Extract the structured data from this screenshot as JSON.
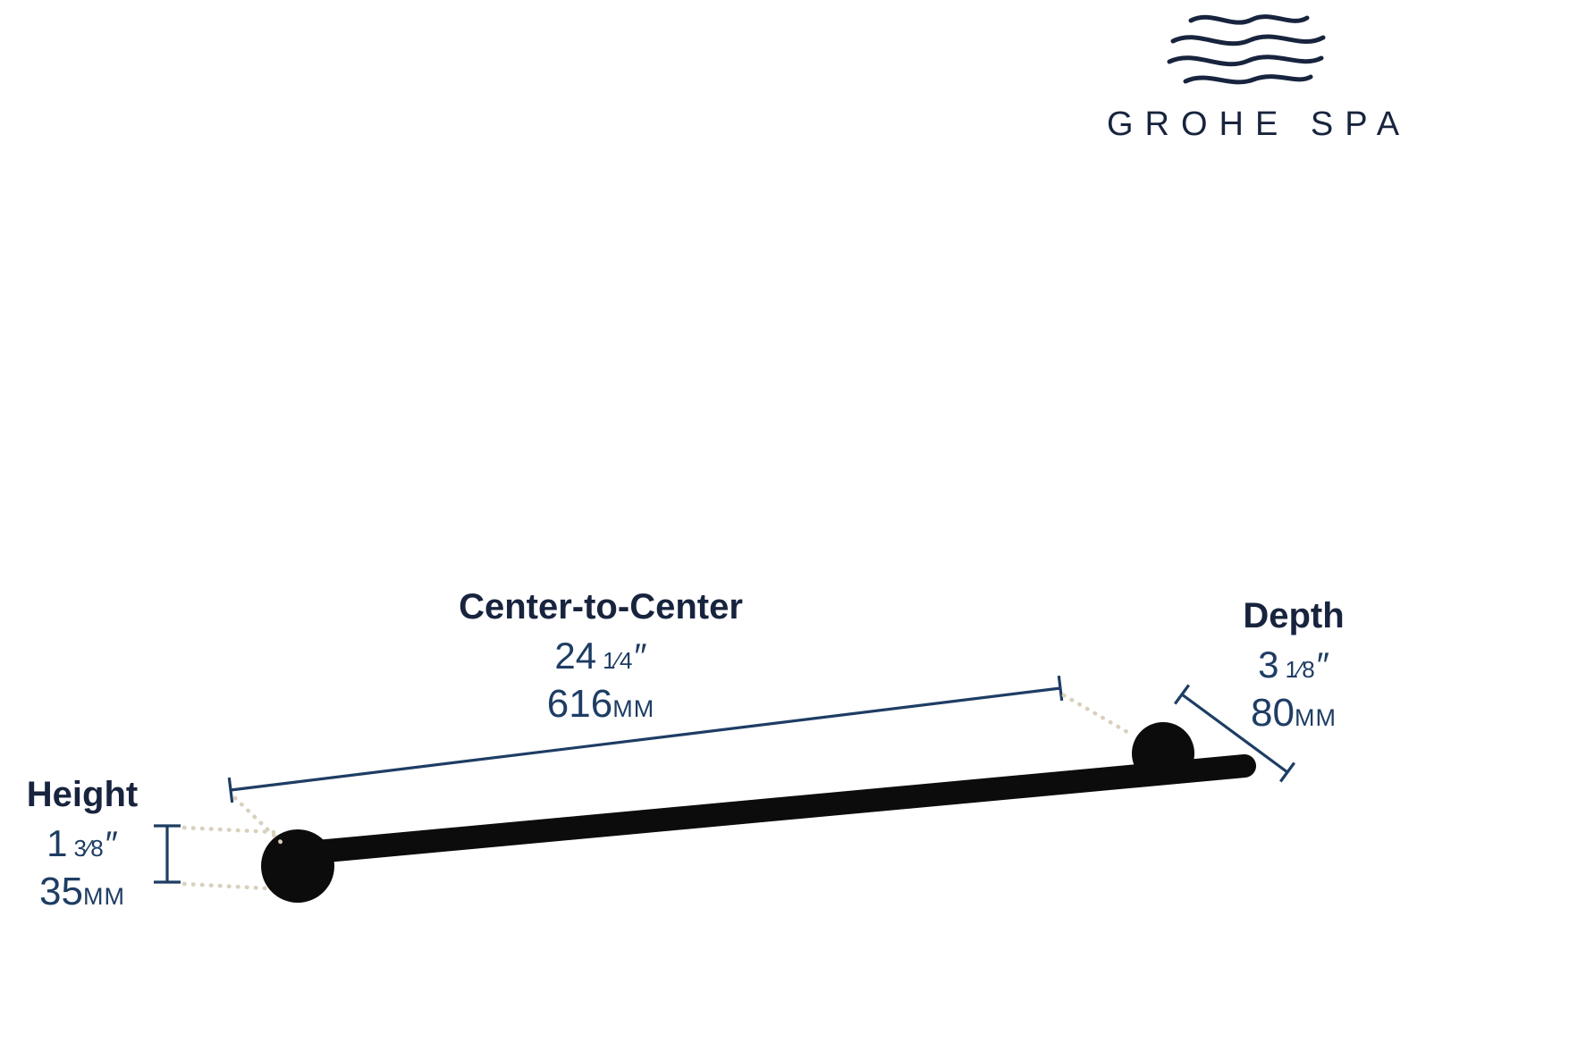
{
  "brand": {
    "name": "GROHE SPA"
  },
  "dimensions": {
    "center": {
      "label": "Center-to-Center",
      "inches_whole": "24",
      "inches_frac": "1⁄4",
      "inches_unit": "″",
      "mm": "616",
      "mm_unit": "MM"
    },
    "depth": {
      "label": "Depth",
      "inches_whole": "3",
      "inches_frac": "1⁄8",
      "inches_unit": "″",
      "mm": "80",
      "mm_unit": "MM"
    },
    "height": {
      "label": "Height",
      "inches_whole": "1",
      "inches_frac": "3⁄8",
      "inches_unit": "″",
      "mm": "35",
      "mm_unit": "MM"
    }
  },
  "icons": {
    "logo_waves": "water-waves-icon"
  },
  "colors": {
    "navy": "#1e3d64",
    "ink": "#18243e",
    "bar_black": "#0c0c0c",
    "leader": "#d9d0bd"
  }
}
